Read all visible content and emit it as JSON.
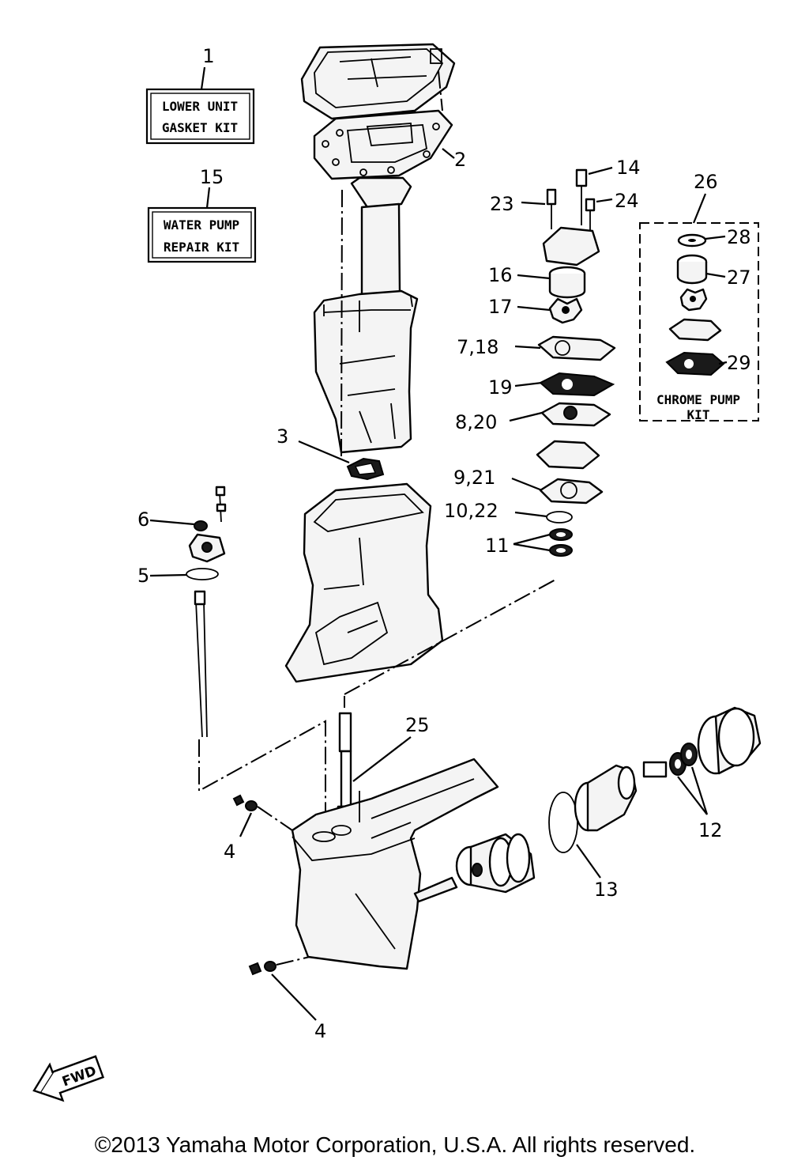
{
  "kits": {
    "gasket": {
      "number": "1",
      "line1": "LOWER UNIT",
      "line2": "GASKET KIT"
    },
    "pump": {
      "number": "15",
      "line1": "WATER PUMP",
      "line2": "REPAIR KIT"
    },
    "chrome": {
      "number": "26",
      "line1": "CHROME PUMP",
      "line2": "KIT"
    }
  },
  "callouts": {
    "c2": "2",
    "c3": "3",
    "c4a": "4",
    "c4b": "4",
    "c5": "5",
    "c6": "6",
    "c7_18": "7,18",
    "c8_20": "8,20",
    "c9_21": "9,21",
    "c10_22": "10,22",
    "c11": "11",
    "c12": "12",
    "c13": "13",
    "c14": "14",
    "c16": "16",
    "c17": "17",
    "c19": "19",
    "c23": "23",
    "c24": "24",
    "c25": "25",
    "c27": "27",
    "c28": "28",
    "c29": "29"
  },
  "fwd_label": "FWD",
  "copyright": "©2013 Yamaha Motor Corporation, U.S.A. All rights reserved.",
  "icons": [
    "fwd-arrow-icon"
  ]
}
